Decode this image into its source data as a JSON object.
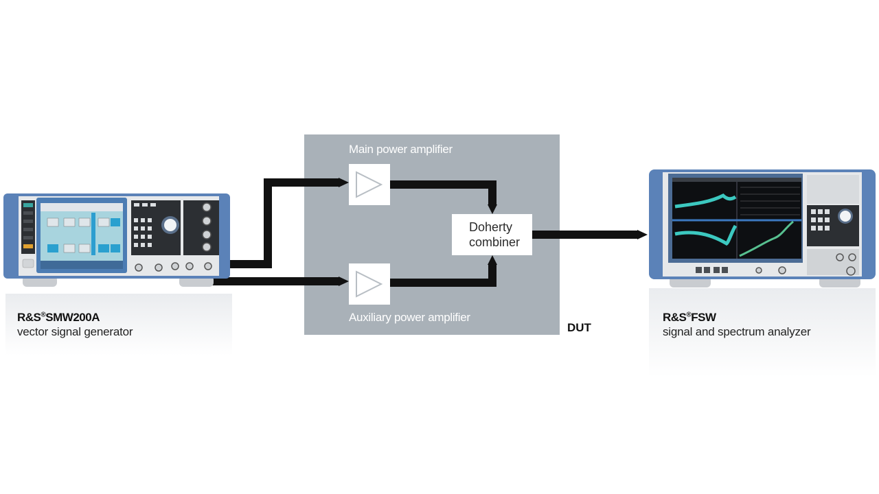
{
  "diagram": {
    "type": "test-setup block diagram",
    "colors": {
      "dut_background": "#a9b1b8",
      "signal_path": "#111111",
      "block_fill": "#ffffff",
      "instrument_frame": "#5b82b8"
    },
    "generator": {
      "title_prefix": "R&S",
      "registered": "®",
      "title_model": "SMW200A",
      "subtitle": "vector signal generator",
      "icon": "signal-generator-instrument"
    },
    "dut": {
      "label": "DUT",
      "main_amp_label": "Main power amplifier",
      "aux_amp_label": "Auxiliary power amplifier",
      "amp_icon": "amplifier-triangle",
      "combiner_line1": "Doherty",
      "combiner_line2": "combiner"
    },
    "analyzer": {
      "title_prefix": "R&S",
      "registered": "®",
      "title_model": "FSW",
      "subtitle": "signal and spectrum analyzer",
      "icon": "spectrum-analyzer-instrument"
    },
    "connections": [
      {
        "from": "SMW200A RF A",
        "to": "Main power amplifier"
      },
      {
        "from": "SMW200A RF B",
        "to": "Auxiliary power amplifier"
      },
      {
        "from": "Main power amplifier",
        "to": "Doherty combiner"
      },
      {
        "from": "Auxiliary power amplifier",
        "to": "Doherty combiner"
      },
      {
        "from": "Doherty combiner",
        "to": "FSW RF input"
      }
    ]
  }
}
